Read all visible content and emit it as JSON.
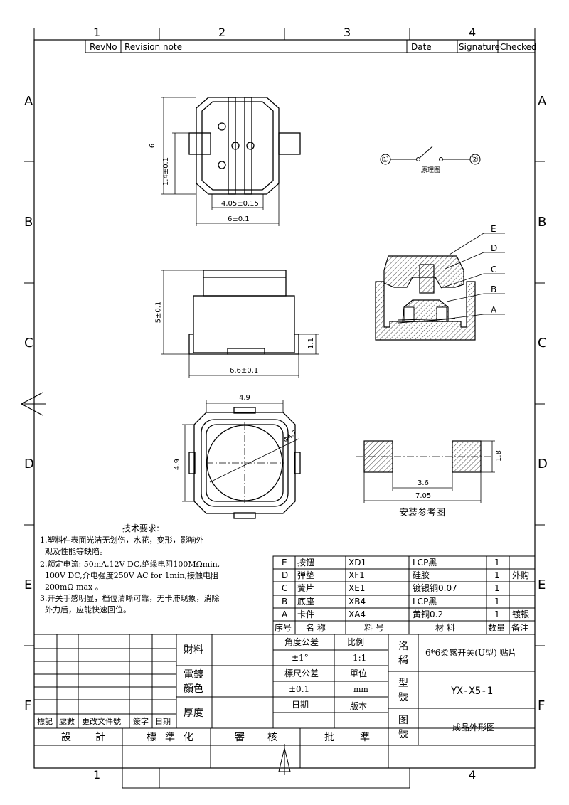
{
  "frame": {
    "columns": [
      "1",
      "2",
      "3",
      "4"
    ],
    "rows": [
      "A",
      "B",
      "C",
      "D",
      "E",
      "F"
    ]
  },
  "revision_header": {
    "revno": "RevNo",
    "note": "Revision note",
    "date": "Date",
    "signature": "Signature",
    "checked": "Checked"
  },
  "dimensions": {
    "top_view": {
      "height": "6",
      "offset": "1.4±0.1",
      "inner_width": "4.05±0.15",
      "outer_width": "6±0.1"
    },
    "side_view": {
      "height": "5±0.1",
      "lead": "1.1",
      "width": "6.6±0.1"
    },
    "bottom_view": {
      "width": "4.9",
      "height": "4.9",
      "diameter": "Φ4.7"
    },
    "footprint": {
      "pad_height": "1.8",
      "gap": "3.6",
      "total": "7.05"
    }
  },
  "schematic": {
    "node1": "①",
    "node2": "②",
    "label": "原理图"
  },
  "section_labels": [
    "E",
    "D",
    "C",
    "B",
    "A"
  ],
  "footprint_title": "安装参考图",
  "notes": {
    "title": "技术要求:",
    "lines": [
      "1.塑料件表面光洁无划伤，水花，变形，影响外",
      "  观及性能等缺陷。",
      "2.额定电流: 50mA.12V DC,绝缘电阻100MΩmin,",
      "  100V DC,介电强度250V AC for 1min,接触电阻",
      "  200mΩ max 。",
      "3.开关手感明显，档位清晰可靠，无卡滞现象，消除",
      "  外力后，应能快速回位。"
    ]
  },
  "bom": {
    "rows": [
      {
        "seq": "E",
        "name": "按钮",
        "code": "XD1",
        "material": "LCP黑",
        "qty": "1",
        "remark": ""
      },
      {
        "seq": "D",
        "name": "弹垫",
        "code": "XF1",
        "material": "硅胶",
        "qty": "1",
        "remark": "外购"
      },
      {
        "seq": "C",
        "name": "簧片",
        "code": "XE1",
        "material": "镀银铜0.07",
        "qty": "1",
        "remark": ""
      },
      {
        "seq": "B",
        "name": "底座",
        "code": "XB4",
        "material": "LCP黑",
        "qty": "1",
        "remark": ""
      },
      {
        "seq": "A",
        "name": "卡件",
        "code": "XA4",
        "material": "黄铜0.2",
        "qty": "1",
        "remark": "镀银"
      }
    ],
    "headers": {
      "seq": "序号",
      "name": "名 称",
      "code": "料 号",
      "material": "材 料",
      "qty": "数量",
      "remark": "备注"
    }
  },
  "title_block": {
    "material_label": "財料",
    "plating_label": "電鍍\n顏色",
    "plating_l1": "電鍍",
    "plating_l2": "顏色",
    "thickness_label": "厚度",
    "angle_tol_label": "角度公差",
    "angle_tol": "±1°",
    "scale_label": "比例",
    "scale": "1:1",
    "dim_tol_label": "標尺公差",
    "dim_tol": "±0.1",
    "unit_label": "單位",
    "unit": "mm",
    "date_label": "日期",
    "version_label": "版本",
    "name_label_1": "洺",
    "name_label_2": "稱",
    "name": "6*6柔感开关(U型) 贴片",
    "model_label_1": "型",
    "model_label_2": "號",
    "model": "YX-X5-1",
    "drawing_label_1": "图",
    "drawing_label_2": "號",
    "drawing": "成品外形图",
    "rev_marks": [
      "標記",
      "處數",
      "更改文件號",
      "簽字",
      "日期"
    ],
    "sign_row": [
      "設",
      "計",
      "標",
      "準",
      "化",
      "審",
      "核",
      "批",
      "準"
    ]
  }
}
